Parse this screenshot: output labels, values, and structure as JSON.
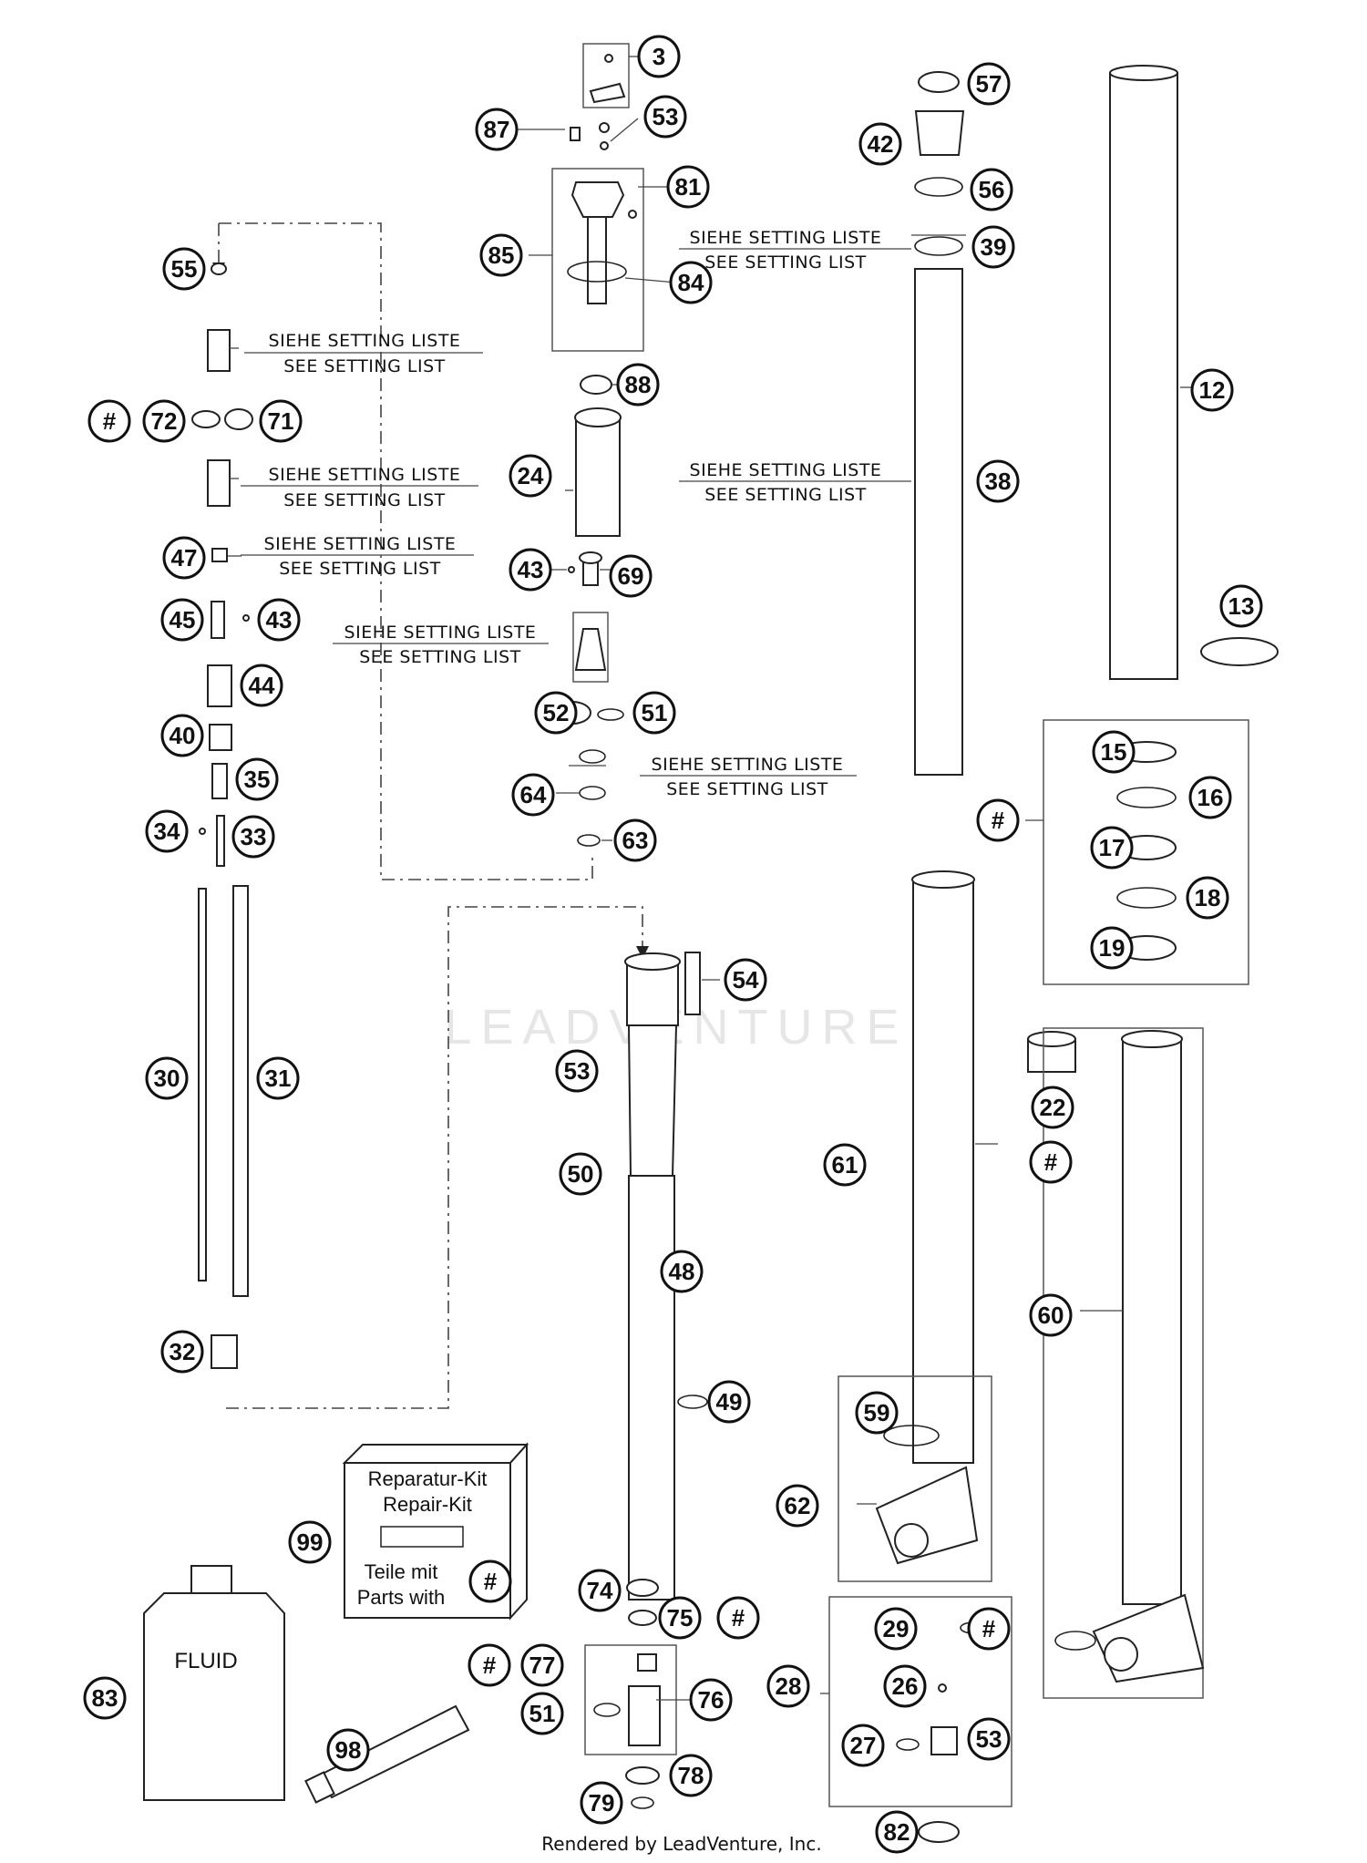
{
  "setting_labels": {
    "de": "SIEHE SETTING LISTE",
    "en": "SEE SETTING LIST"
  },
  "callouts": [
    "3",
    "87",
    "53",
    "81",
    "85",
    "84",
    "88",
    "24",
    "43",
    "69",
    "52",
    "51",
    "64",
    "63",
    "57",
    "42",
    "56",
    "39",
    "38",
    "12",
    "13",
    "15",
    "16",
    "17",
    "18",
    "19",
    "55",
    "72",
    "71",
    "47",
    "45",
    "43",
    "44",
    "40",
    "35",
    "34",
    "33",
    "30",
    "31",
    "32",
    "54",
    "53",
    "50",
    "48",
    "49",
    "74",
    "75",
    "77",
    "76",
    "51",
    "79",
    "78",
    "61",
    "59",
    "62",
    "29",
    "26",
    "28",
    "27",
    "53",
    "82",
    "22",
    "60",
    "99",
    "83",
    "98"
  ],
  "hash_symbol": "#",
  "repair_kit": {
    "line1": "Reparatur-Kit",
    "line2": "Repair-Kit",
    "line3": "Teile mit",
    "line4": "Parts with"
  },
  "fluid_label": "FLUID",
  "watermark": "LEADVENTURE",
  "footer": "Rendered by LeadVenture, Inc."
}
